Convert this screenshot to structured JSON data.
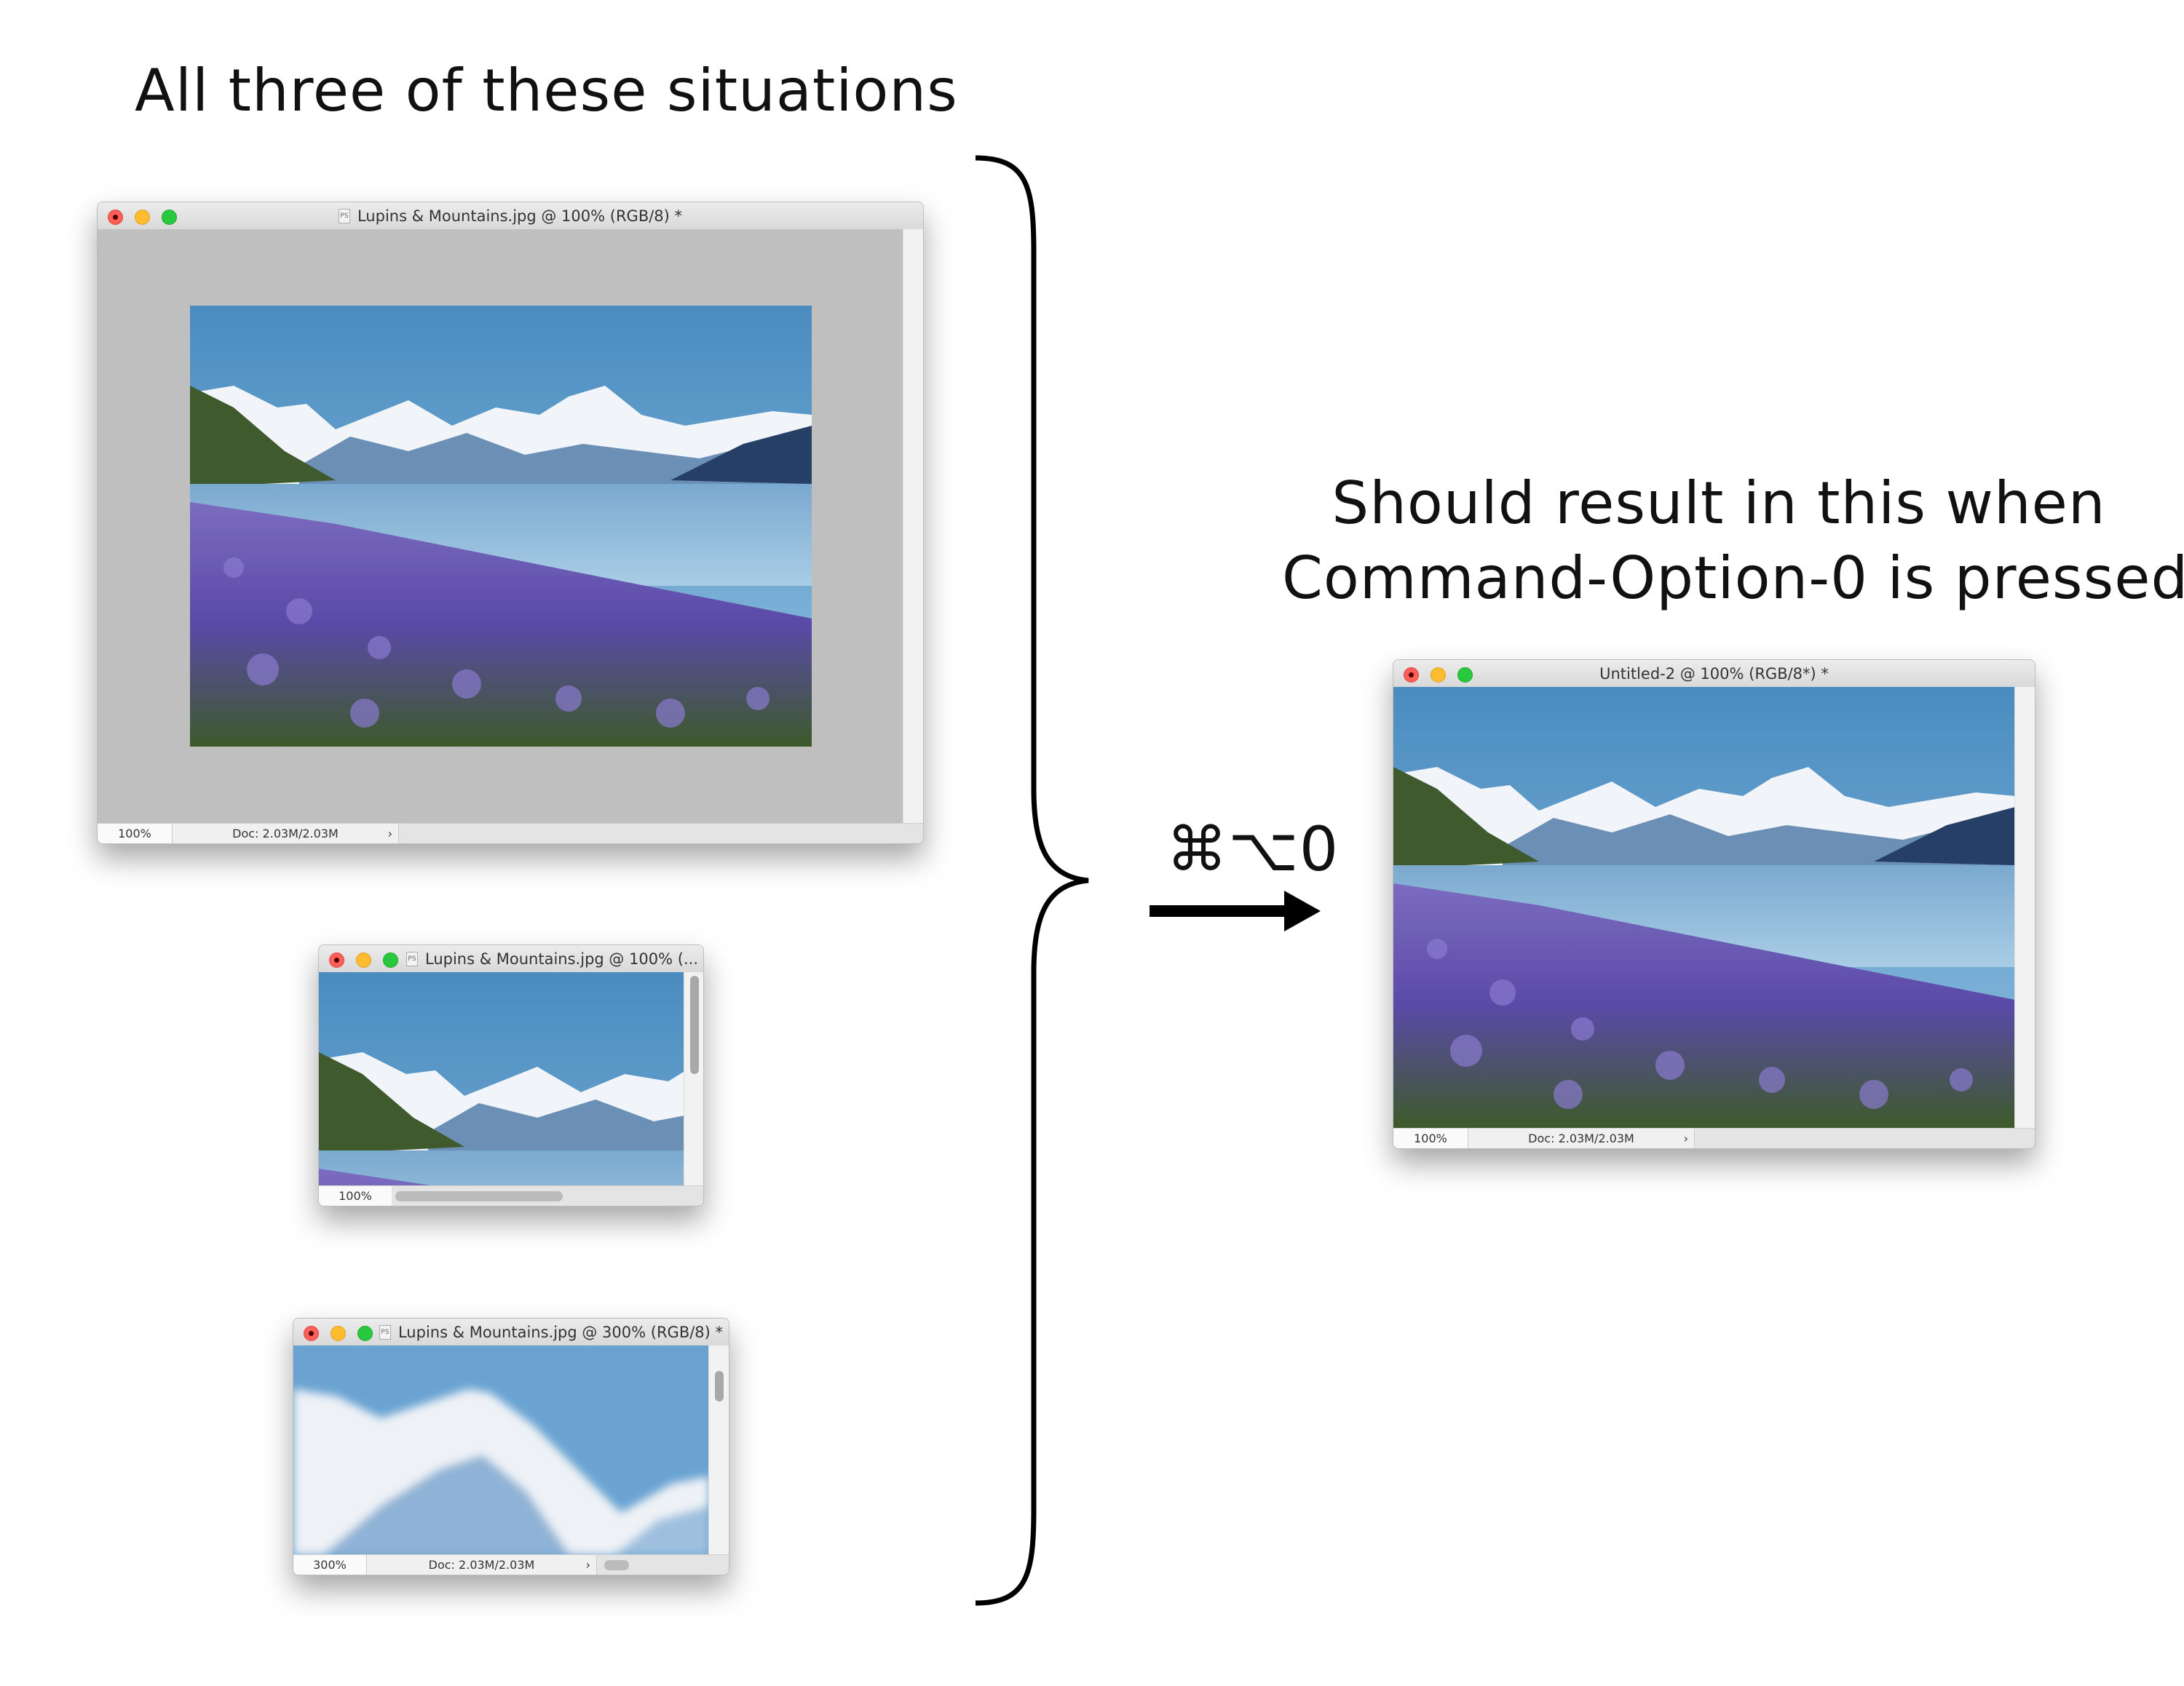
{
  "caption_left": "All three of these situations",
  "caption_right": {
    "line1": "Should result in this when",
    "line2": "Command-Option-0 is pressed."
  },
  "shortcut": "⌘⌥0",
  "icons": [
    "brace-icon",
    "right-arrow-icon",
    "close-icon",
    "minimize-icon",
    "zoom-icon",
    "document-icon"
  ],
  "colors": {
    "close": "#fe5f57",
    "minimize": "#febc2e",
    "zoom": "#28c840",
    "pasteboard": "#bfbfbf"
  },
  "windows": [
    {
      "title": "Lupins & Mountains.jpg @ 100% (RGB/8) *",
      "zoom": "100%",
      "doc": "Doc: 2.03M/2.03M"
    },
    {
      "title": "Lupins & Mountains.jpg @ 100% (...",
      "zoom": "100%"
    },
    {
      "title": "Lupins & Mountains.jpg @ 300% (RGB/8) *",
      "zoom": "300%",
      "doc": "Doc: 2.03M/2.03M"
    },
    {
      "title": "Untitled-2 @ 100% (RGB/8*) *",
      "zoom": "100%",
      "doc": "Doc: 2.03M/2.03M"
    }
  ]
}
